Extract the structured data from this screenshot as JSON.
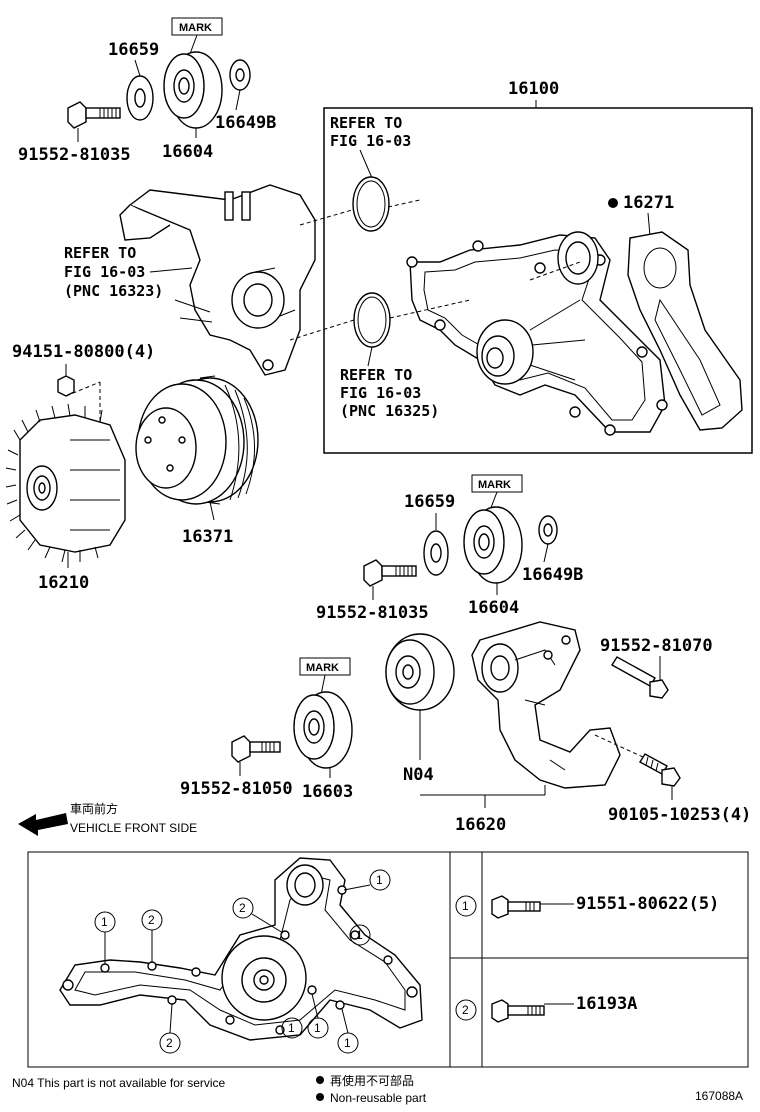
{
  "callouts": {
    "p16659_top": "16659",
    "mark_top": "MARK",
    "p91552_81035_top": "91552-81035",
    "p16604_top": "16604",
    "p16649B_top": "16649B",
    "p16100": "16100",
    "p16271": "16271",
    "p94151": "94151-80800(4)",
    "p16210": "16210",
    "p16371": "16371",
    "p16659_mid": "16659",
    "mark_mid": "MARK",
    "p16649B_mid": "16649B",
    "p91552_81035_mid": "91552-81035",
    "p16604_mid": "16604",
    "p91552_81070": "91552-81070",
    "mark_low": "MARK",
    "p91552_81050": "91552-81050",
    "p16603": "16603",
    "pN04": "N04",
    "p16620": "16620",
    "p90105": "90105-10253(4)"
  },
  "refer": {
    "a": [
      "REFER TO",
      "FIG 16-03"
    ],
    "b": [
      "REFER TO",
      "FIG 16-03",
      "(PNC 16323)"
    ],
    "c": [
      "REFER TO",
      "FIG 16-03",
      "(PNC 16325)"
    ]
  },
  "front": {
    "jp": "車両前方",
    "en": "VEHICLE FRONT SIDE"
  },
  "legend": {
    "row1_num": "1",
    "row1_part": "91551-80622(5)",
    "row2_num": "2",
    "row2_part": "16193A"
  },
  "pump_markers": [
    "1",
    "2",
    "1",
    "1",
    "2",
    "1",
    "2",
    "1",
    "1"
  ],
  "footer": {
    "n04_note": "N04  This part is not available for service",
    "jp_note": "再使用不可部品",
    "nonreusable": "Non-reusable part",
    "fig_id": "167088A"
  }
}
